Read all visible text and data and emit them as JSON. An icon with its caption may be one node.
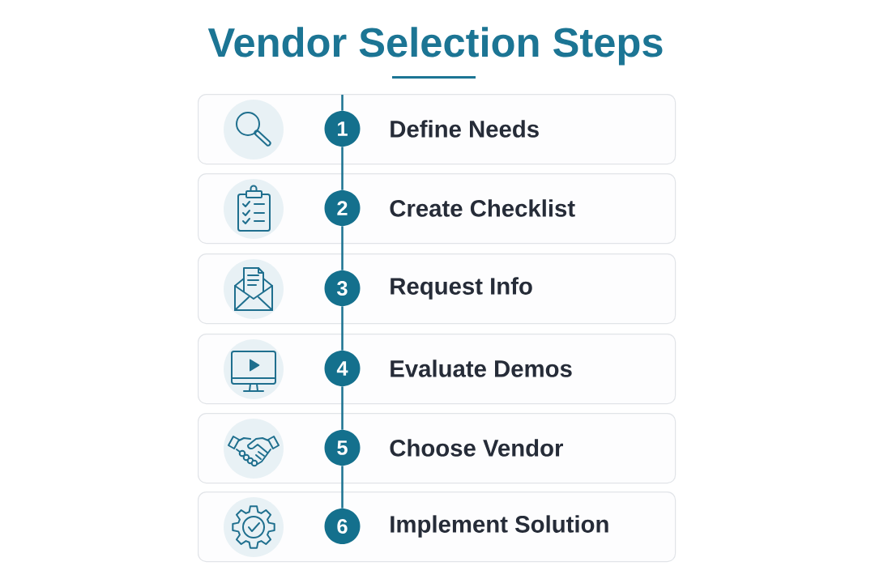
{
  "diagram": {
    "title": "Vendor Selection Steps",
    "nodes": [
      {
        "text": [
          "Define Needs"
        ]
      },
      {
        "text": [
          "1"
        ],
        "in": 0
      },
      {
        "text": [
          "Create Checklist"
        ]
      },
      {
        "text": [
          "2"
        ],
        "in": 2
      },
      {
        "text": [
          "Request Info"
        ]
      },
      {
        "text": [
          "3"
        ],
        "in": 4
      },
      {
        "text": [
          "Evaluate Demos"
        ]
      },
      {
        "text": [
          "4"
        ],
        "in": 6
      },
      {
        "text": [
          "Choose Vendor"
        ]
      },
      {
        "text": [
          "5"
        ],
        "in": 8
      },
      {
        "text": [
          "Implement Solution"
        ]
      },
      {
        "text": [
          "6"
        ],
        "in": 10
      }
    ],
    "edges": [
      {
        "from": null,
        "to": 1,
        "arrow": "none"
      },
      {
        "from": 1,
        "to": 3,
        "arrow": "none"
      },
      {
        "from": 3,
        "to": 5,
        "arrow": "none"
      },
      {
        "from": 5,
        "to": 7,
        "arrow": "none"
      },
      {
        "from": 7,
        "to": 9,
        "arrow": "none"
      },
      {
        "from": 9,
        "to": 11,
        "arrow": "none"
      }
    ]
  }
}
